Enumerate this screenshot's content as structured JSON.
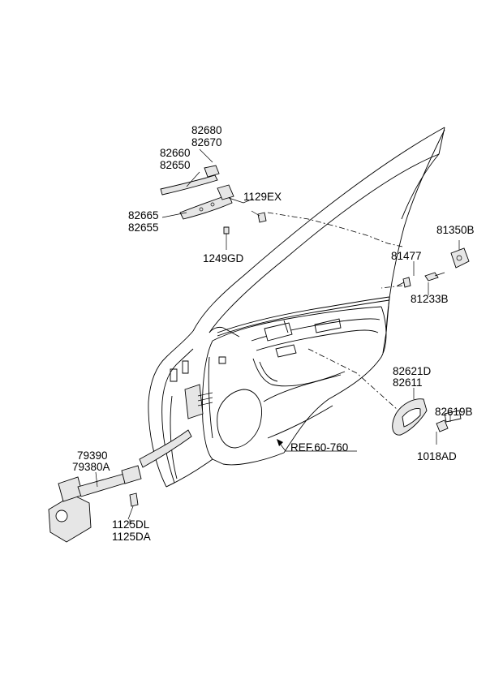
{
  "labels": {
    "p82680": "82680",
    "p82670": "82670",
    "p82660": "82660",
    "p82650": "82650",
    "p1129EX": "1129EX",
    "p82665": "82665",
    "p82655": "82655",
    "p1249GD": "1249GD",
    "p81350B": "81350B",
    "p81477": "81477",
    "p81233B": "81233B",
    "p82621D": "82621D",
    "p82611": "82611",
    "p82619B": "82619B",
    "p1018AD": "1018AD",
    "ref": "REF.60-760",
    "p79390": "79390",
    "p79380A": "79380A",
    "p1125DL": "1125DL",
    "p1125DA": "1125DA"
  }
}
